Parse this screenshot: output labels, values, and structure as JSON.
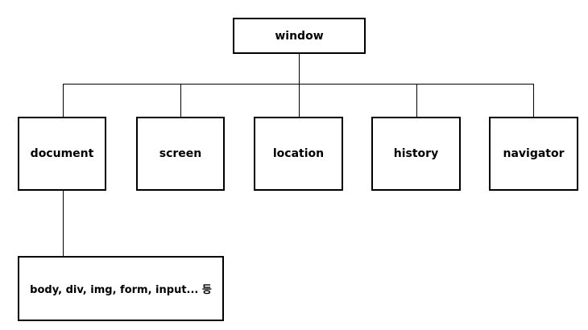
{
  "diagram": {
    "root": "window",
    "children": [
      "document",
      "screen",
      "location",
      "history",
      "navigator"
    ],
    "document_child": "body, div, img, form, input... 등"
  }
}
